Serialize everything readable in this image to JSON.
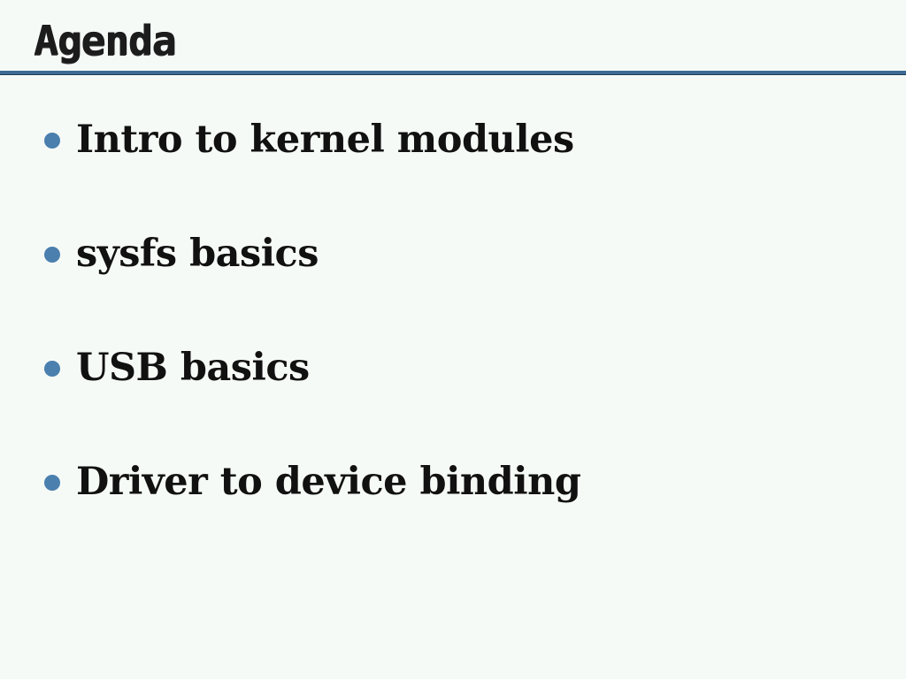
{
  "slide": {
    "title": "Agenda",
    "accent_color": "#3b6a94",
    "bullet_color": "#4a7fae",
    "bullets": [
      "Intro to kernel modules",
      "sysfs basics",
      "USB basics",
      "Driver to device binding"
    ]
  }
}
